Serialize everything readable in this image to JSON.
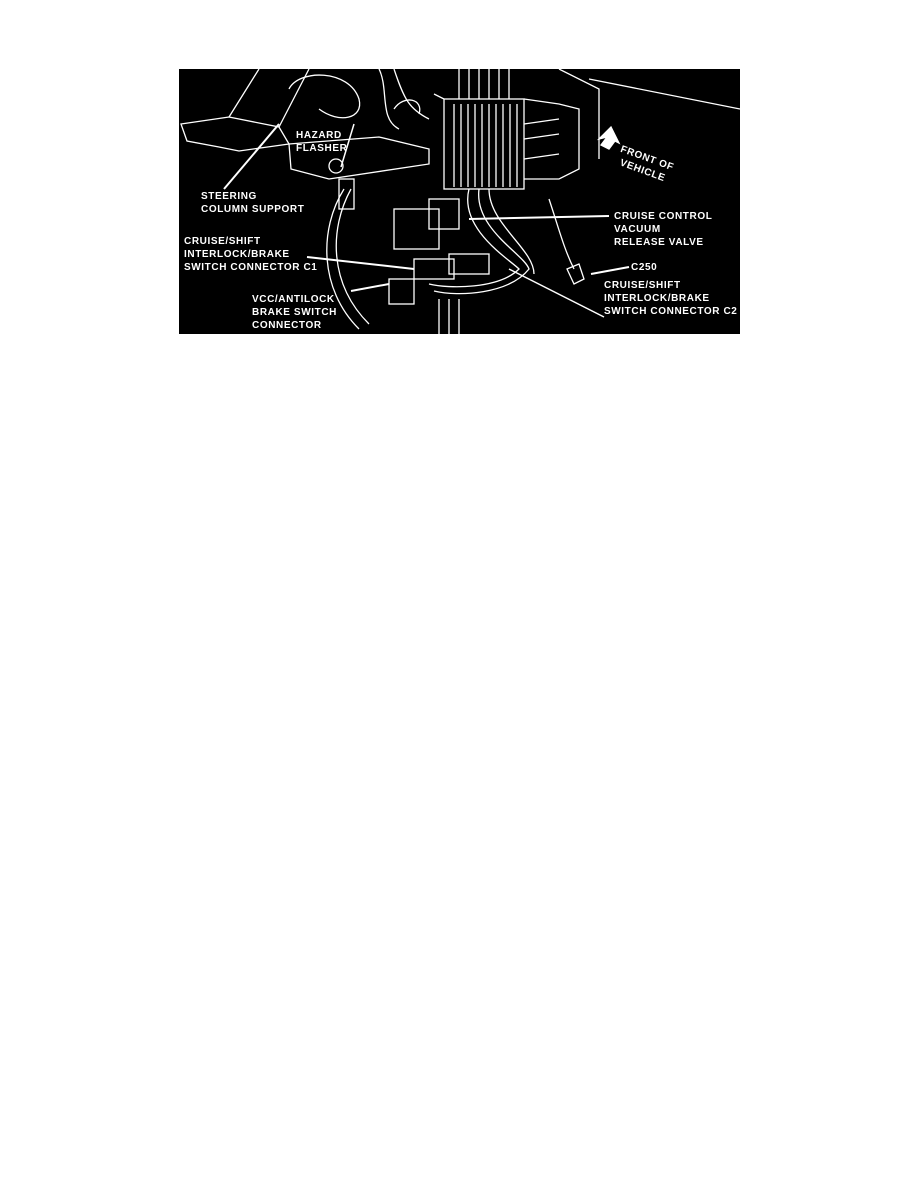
{
  "figure": {
    "labels": {
      "hazard_flasher": [
        "HAZARD",
        "FLASHER"
      ],
      "steering_column_support": [
        "STEERING",
        "COLUMN SUPPORT"
      ],
      "cruise_control_valve": [
        "CRUISE CONTROL",
        "VACUUM",
        "RELEASE VALVE"
      ],
      "connector_c1": [
        "CRUISE/SHIFT",
        "INTERLOCK/BRAKE",
        "SWITCH CONNECTOR C1"
      ],
      "c250": "C250",
      "connector_c2": [
        "CRUISE/SHIFT",
        "INTERLOCK/BRAKE",
        "SWITCH CONNECTOR C2"
      ],
      "vcc_antilock": [
        "VCC/ANTILOCK",
        "BRAKE SWITCH",
        "CONNECTOR"
      ],
      "front_of_vehicle": [
        "FRONT OF",
        "VEHICLE"
      ]
    },
    "colors": {
      "background": "#000000",
      "linework": "#ffffff"
    }
  }
}
